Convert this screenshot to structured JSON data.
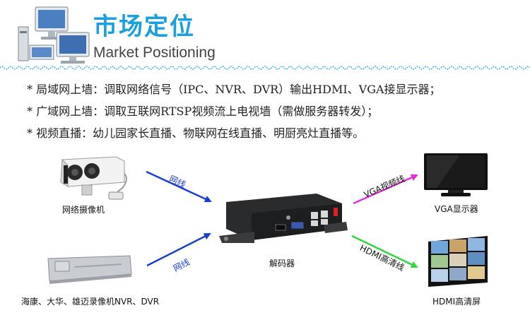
{
  "header": {
    "title_cn": "市场定位",
    "title_en": "Market Positioning"
  },
  "bullets": [
    "* 局域网上墙：调取网络信号（IPC、NVR、DVR）输出HDMI、VGA接显示器；",
    "* 广域网上墙：调取互联网RTSP视频流上电视墙（需做服务器转发）；",
    "* 视频直播：幼儿园家长直播、物联网在线直播、明厨亮灶直播等。"
  ],
  "diagram": {
    "nodes": {
      "ipc": "网络摄像机",
      "nvr": "海康、大华、雄迈录像机NVR、DVR",
      "decoder": "解码器",
      "vga": "VGA显示器",
      "hdmi": "HDMI高清屏"
    },
    "edges": {
      "ipc_to_decoder": "网线",
      "nvr_to_decoder": "网线",
      "decoder_to_vga": "VGA视频线",
      "decoder_to_hdmi": "HDMI高清线"
    },
    "colors": {
      "network": "#1a3fd0",
      "vga": "#e62bd8",
      "hdmi": "#2ed83a",
      "title": "#1aa0e0"
    }
  }
}
